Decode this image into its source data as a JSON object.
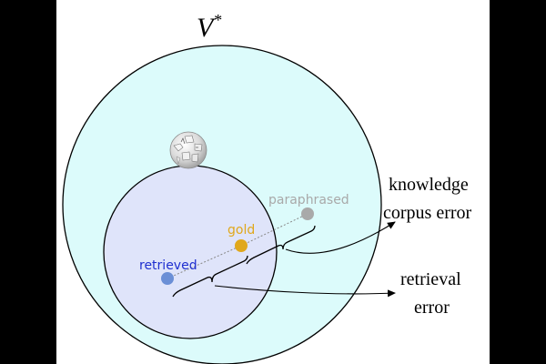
{
  "vocab_label": "V",
  "vocab_sup": "*",
  "points": {
    "gold": "gold",
    "paraphrased": "paraphrased",
    "retrieved": "retrieved"
  },
  "labels": {
    "kc_line1": "knowledge",
    "kc_line2": "corpus error",
    "ret_line1": "retrieval",
    "ret_line2": "error"
  },
  "colors": {
    "outer_fill": "#dcfbfb",
    "inner_fill": "#dfe4fa",
    "gold": "#e0a81c",
    "paraphrased": "#a9a9a9",
    "retrieved": "#1f2fd0",
    "retrieved_dot": "#6b8fd6"
  },
  "icons": {
    "corpus": "wikipedia-globe-icon"
  }
}
